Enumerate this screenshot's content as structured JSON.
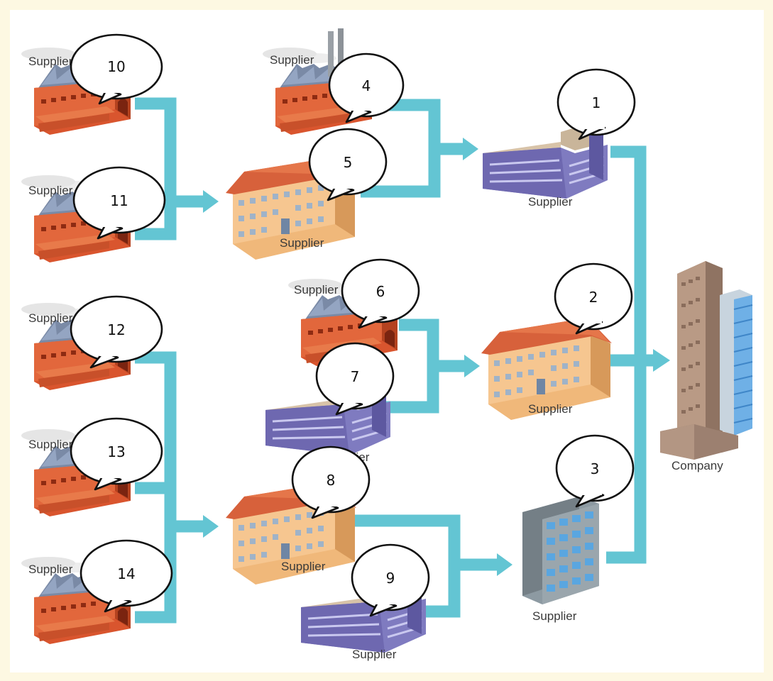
{
  "diagram": {
    "labels": {
      "s10": "Supplier",
      "s11": "Supplier",
      "s12": "Supplier",
      "s13": "Supplier",
      "s14": "Supplier",
      "s4": "Supplier",
      "s5": "Supplier",
      "s6": "Supplier",
      "s7": "Supplier",
      "s8": "Supplier",
      "s9": "Supplier",
      "s1": "Supplier",
      "s2": "Supplier",
      "s3": "Supplier",
      "company": "Company"
    },
    "bubbles": {
      "n1": "1",
      "n2": "2",
      "n3": "3",
      "n4": "4",
      "n5": "5",
      "n6": "6",
      "n7": "7",
      "n8": "8",
      "n9": "9",
      "n10": "10",
      "n11": "11",
      "n12": "12",
      "n13": "13",
      "n14": "14"
    },
    "colors": {
      "flow": "#63c5d3",
      "factory": "#d9552e",
      "warehouse": "#f0b87a",
      "office": "#7f7bc0",
      "tower": "#a88b78",
      "glass": "#6fb0e6",
      "background": "#fdf8e2"
    },
    "icons": {
      "factory": "factory-icon",
      "warehouse": "warehouse-icon",
      "office": "office-building-icon",
      "highrise": "highrise-icon",
      "company": "company-tower-icon"
    }
  }
}
